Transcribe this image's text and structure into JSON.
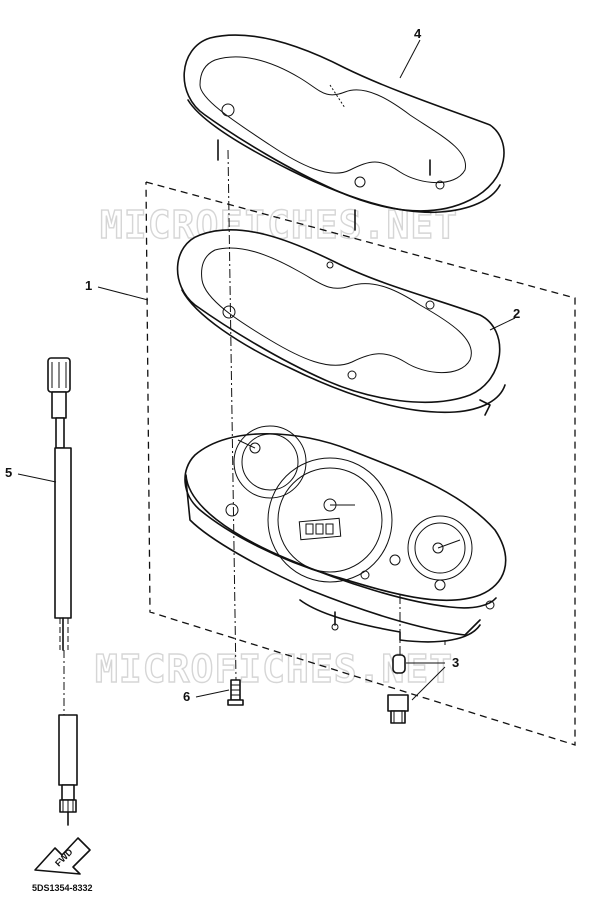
{
  "diagram": {
    "watermark": "MICROFICHES.NET",
    "reference_code": "5DS1354-8332",
    "fwd_label": "FWD",
    "callouts": [
      {
        "id": "1",
        "label": "1"
      },
      {
        "id": "2",
        "label": "2"
      },
      {
        "id": "3",
        "label": "3"
      },
      {
        "id": "4",
        "label": "4"
      },
      {
        "id": "5",
        "label": "5"
      },
      {
        "id": "6",
        "label": "6"
      }
    ]
  }
}
